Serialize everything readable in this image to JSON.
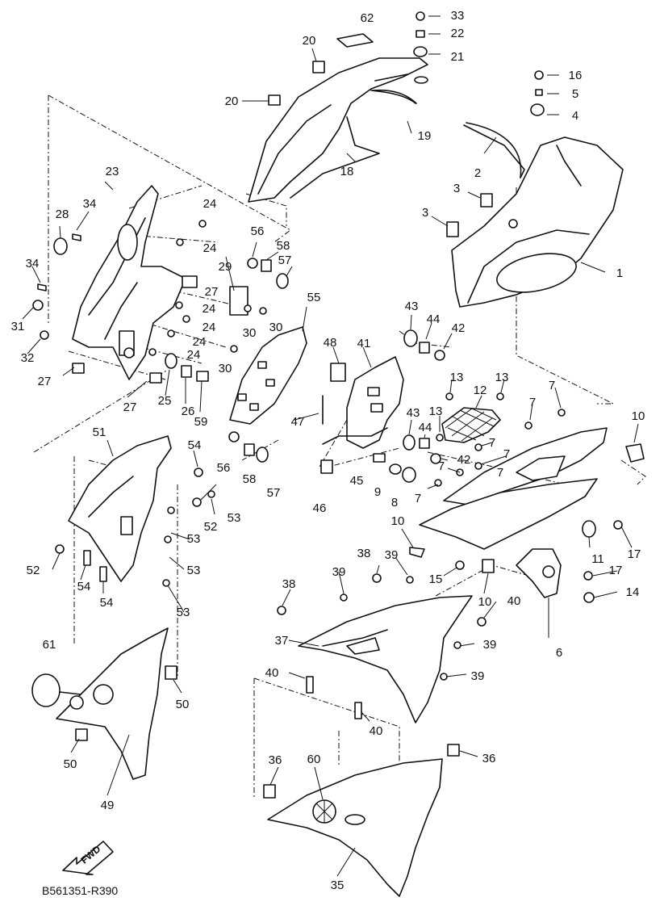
{
  "diagram_code": "B561351-R390",
  "direction_label": "FWD",
  "callouts": [
    "1",
    "2",
    "3",
    "4",
    "5",
    "6",
    "7",
    "8",
    "9",
    "10",
    "11",
    "12",
    "13",
    "14",
    "15",
    "16",
    "17",
    "18",
    "19",
    "20",
    "21",
    "22",
    "23",
    "24",
    "25",
    "26",
    "27",
    "28",
    "29",
    "30",
    "31",
    "32",
    "33",
    "34",
    "35",
    "36",
    "37",
    "38",
    "39",
    "40",
    "41",
    "42",
    "43",
    "44",
    "45",
    "46",
    "47",
    "48",
    "49",
    "50",
    "51",
    "52",
    "53",
    "54",
    "55",
    "56",
    "57",
    "58",
    "59",
    "60",
    "61",
    "62"
  ]
}
